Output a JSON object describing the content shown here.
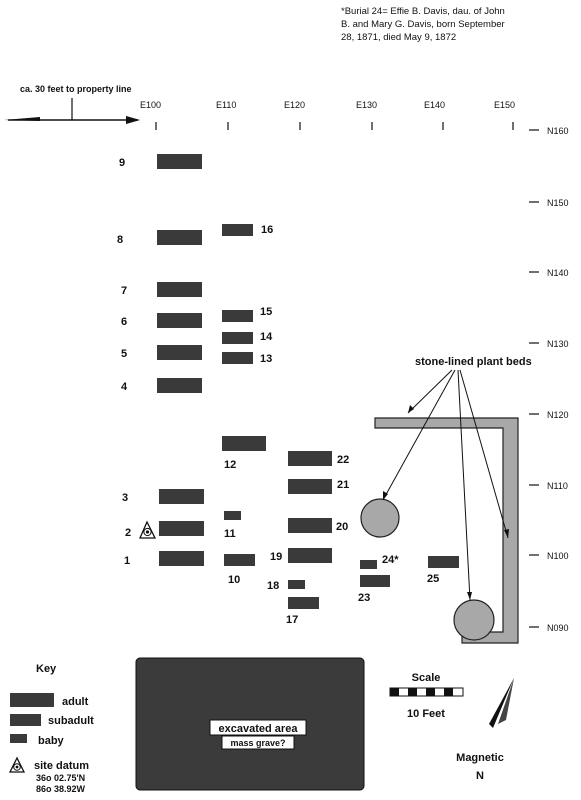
{
  "note_lines": [
    "*Burial 24= Effie B. Davis, dau. of John",
    "B. and Mary G. Davis, born September",
    "28, 1871, died May 9, 1872"
  ],
  "property_line_label": "ca. 30 feet to property line",
  "easting_labels": [
    "E100",
    "E110",
    "E120",
    "E130",
    "E140",
    "E150"
  ],
  "northing_labels": [
    "N160",
    "N150",
    "N140",
    "N130",
    "N120",
    "N110",
    "N100",
    "N090"
  ],
  "burials": [
    {
      "id": "9",
      "size": "adult"
    },
    {
      "id": "8",
      "size": "adult"
    },
    {
      "id": "7",
      "size": "adult"
    },
    {
      "id": "6",
      "size": "adult"
    },
    {
      "id": "5",
      "size": "adult"
    },
    {
      "id": "4",
      "size": "adult"
    },
    {
      "id": "3",
      "size": "adult"
    },
    {
      "id": "2",
      "size": "adult"
    },
    {
      "id": "1",
      "size": "adult"
    },
    {
      "id": "16",
      "size": "subadult"
    },
    {
      "id": "15",
      "size": "subadult"
    },
    {
      "id": "14",
      "size": "subadult"
    },
    {
      "id": "13",
      "size": "subadult"
    },
    {
      "id": "12",
      "size": "adult"
    },
    {
      "id": "11",
      "size": "baby"
    },
    {
      "id": "10",
      "size": "subadult"
    },
    {
      "id": "22",
      "size": "adult"
    },
    {
      "id": "21",
      "size": "adult"
    },
    {
      "id": "20",
      "size": "adult"
    },
    {
      "id": "19",
      "size": "adult"
    },
    {
      "id": "18",
      "size": "baby"
    },
    {
      "id": "17",
      "size": "subadult"
    },
    {
      "id": "24*",
      "size": "baby"
    },
    {
      "id": "23",
      "size": "subadult"
    },
    {
      "id": "25",
      "size": "subadult"
    }
  ],
  "plant_beds_label": "stone-lined plant beds",
  "excavated": {
    "title": "excavated area",
    "subtitle": "mass grave?"
  },
  "key": {
    "title": "Key",
    "items": [
      "adult",
      "subadult",
      "baby"
    ],
    "datum_label": "site datum",
    "datum_coords": [
      "36o 02.75'N",
      "86o 38.92W"
    ]
  },
  "scale": {
    "title": "Scale",
    "label": "10 Feet"
  },
  "north": {
    "line1": "Magnetic",
    "line2": "N"
  },
  "colors": {
    "burial": "#3a3a3a",
    "excavated": "#3b3b3b",
    "plant_bed": "#a8a8a8",
    "ink": "#111111"
  }
}
